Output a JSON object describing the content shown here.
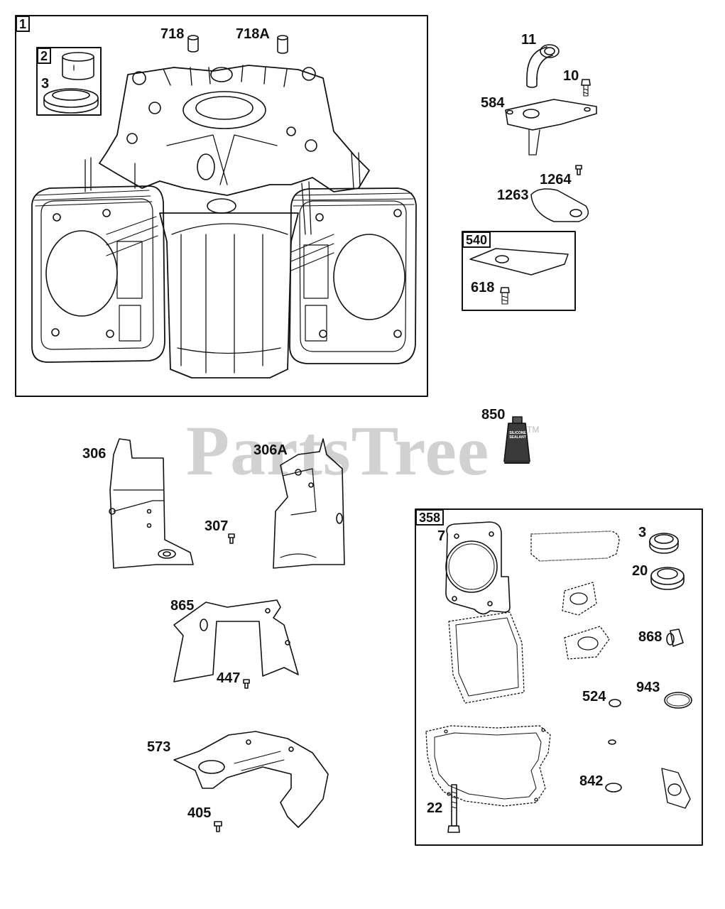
{
  "watermark": {
    "text": "PartsTree",
    "trademark": "TM"
  },
  "boxes": {
    "box1": "1",
    "box2": "2",
    "box540": "540",
    "box358": "358"
  },
  "labels": {
    "p718": "718",
    "p718A": "718A",
    "p3_top": "3",
    "p11": "11",
    "p10": "10",
    "p584": "584",
    "p1264": "1264",
    "p1263": "1263",
    "p618": "618",
    "p850": "850",
    "p306": "306",
    "p306A": "306A",
    "p307": "307",
    "p865": "865",
    "p447": "447",
    "p573": "573",
    "p405": "405",
    "p7": "7",
    "p3_kit": "3",
    "p20": "20",
    "p868": "868",
    "p524": "524",
    "p943": "943",
    "p842": "842",
    "p22": "22"
  },
  "tube_text": "SILICONE SEALANT"
}
